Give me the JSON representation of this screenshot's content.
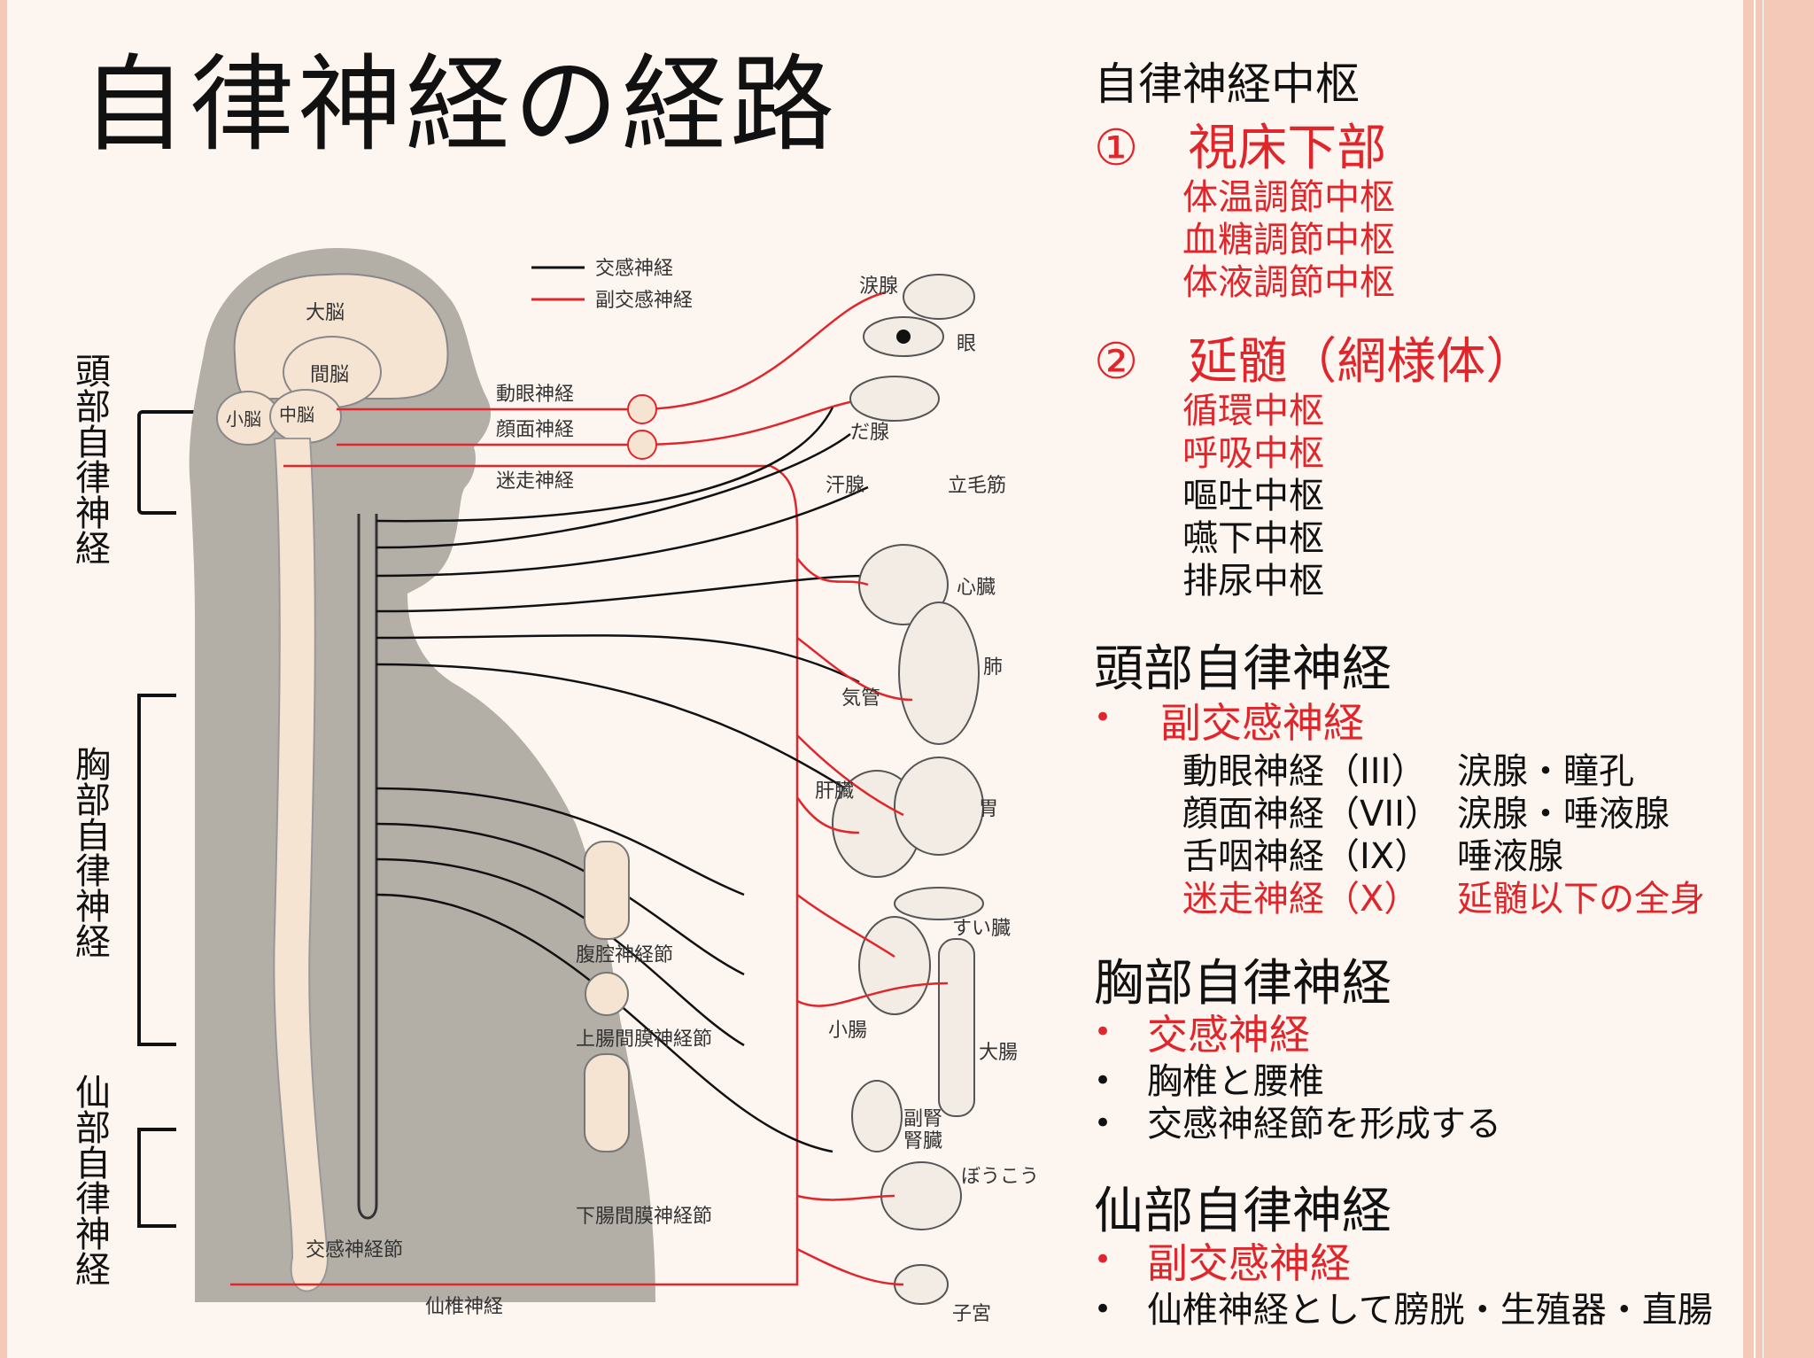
{
  "title": "自律神経の経路",
  "side_labels": {
    "head": "頭部自律神経",
    "chest": "胸部自律神経",
    "sacral": "仙部自律神経"
  },
  "legend": {
    "sympathetic": "交感神経",
    "parasympathetic": "副交感神経"
  },
  "brain_labels": {
    "cerebrum": "大脳",
    "diencephalon": "間脳",
    "cerebellum": "小脳",
    "midbrain": "中脳"
  },
  "nerve_labels": {
    "oculomotor": "動眼神経",
    "facial": "顔面神経",
    "vagus": "迷走神経",
    "celiac": "腹腔神経節",
    "sup_mesenteric": "上腸間膜神経節",
    "inf_mesenteric": "下腸間膜神経節",
    "sympathetic_chain": "交感神経節",
    "sacral_nerve": "仙椎神経"
  },
  "organ_labels": {
    "lacrimal": "涙腺",
    "eye": "眼",
    "salivary": "だ腺",
    "sweat": "汗腺",
    "piloerector": "立毛筋",
    "heart": "心臓",
    "lung": "肺",
    "trachea": "気管",
    "liver": "肝臓",
    "stomach": "胃",
    "pancreas": "すい臓",
    "small_intestine": "小腸",
    "large_intestine": "大腸",
    "adrenal": "副腎",
    "kidney": "腎臓",
    "bladder": "ぼうこう",
    "uterus": "子宮"
  },
  "right": {
    "center_heading": "自律神経中枢",
    "hypothalamus": "①　視床下部",
    "hypothalamus_items": [
      "体温調節中枢",
      "血糖調節中枢",
      "体液調節中枢"
    ],
    "medulla": "②　延髄（網様体）",
    "medulla_items_red": [
      "循環中枢",
      "呼吸中枢"
    ],
    "medulla_items": [
      "嘔吐中枢",
      "嚥下中枢",
      "排尿中枢"
    ],
    "head_heading": "頭部自律神経",
    "head_bullet": "副交感神経",
    "head_rows": [
      {
        "nerve": "動眼神経（III）",
        "target": "涙腺・瞳孔",
        "red": false
      },
      {
        "nerve": "顔面神経（VII）",
        "target": "涙腺・唾液腺",
        "red": false
      },
      {
        "nerve": "舌咽神経（IX）",
        "target": "唾液腺",
        "red": false
      },
      {
        "nerve": "迷走神経（X）",
        "target": "延髄以下の全身",
        "red": true
      }
    ],
    "chest_heading": "胸部自律神経",
    "chest_bullets": [
      {
        "text": "交感神経",
        "red": true
      },
      {
        "text": "胸椎と腰椎",
        "red": false
      },
      {
        "text": "交感神経節を形成する",
        "red": false
      }
    ],
    "sacral_heading": "仙部自律神経",
    "sacral_bullets": [
      {
        "text": "副交感神経",
        "red": true
      },
      {
        "text": "仙椎神経として膀胱・生殖器・直腸",
        "red": false
      }
    ],
    "bullet_glyph": "•"
  },
  "colors": {
    "red": "#e0252b",
    "silhouette": "#b3aea6",
    "brain": "#f5e4d2",
    "border": "#f4c9b8"
  }
}
